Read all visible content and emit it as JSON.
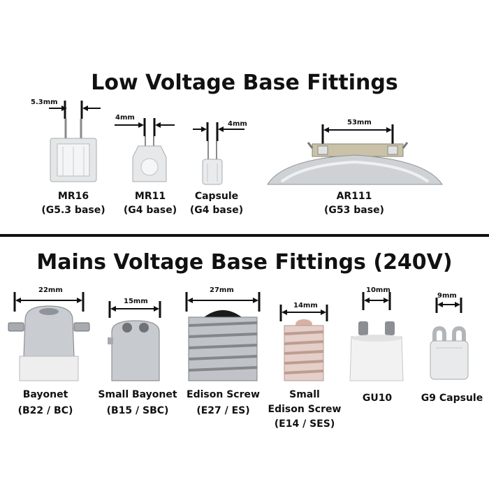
{
  "sections": {
    "low": {
      "title": "Low Voltage Base Fittings"
    },
    "mains": {
      "title": "Mains Voltage Base Fittings (240V)"
    }
  },
  "low_fittings": [
    {
      "name": "MR16",
      "base": "(G5.3 base)",
      "dimension": "5.3mm"
    },
    {
      "name": "MR11",
      "base": "(G4 base)",
      "dimension": "4mm"
    },
    {
      "name": "Capsule",
      "base": "(G4 base)",
      "dimension": "4mm"
    },
    {
      "name": "AR111",
      "base": "(G53 base)",
      "dimension": "53mm"
    }
  ],
  "mains_fittings": [
    {
      "name": "Bayonet",
      "base": "(B22 / BC)",
      "dimension": "22mm"
    },
    {
      "name": "Small Bayonet",
      "base": "(B15 / SBC)",
      "dimension": "15mm"
    },
    {
      "name": "Edison Screw",
      "base": "(E27 / ES)",
      "dimension": "27mm"
    },
    {
      "name": "Small",
      "name2": "Edison Screw",
      "base": "(E14 / SES)",
      "dimension": "14mm"
    },
    {
      "name": "GU10",
      "dimension": "10mm"
    },
    {
      "name": "G9 Capsule",
      "dimension": "9mm"
    }
  ]
}
